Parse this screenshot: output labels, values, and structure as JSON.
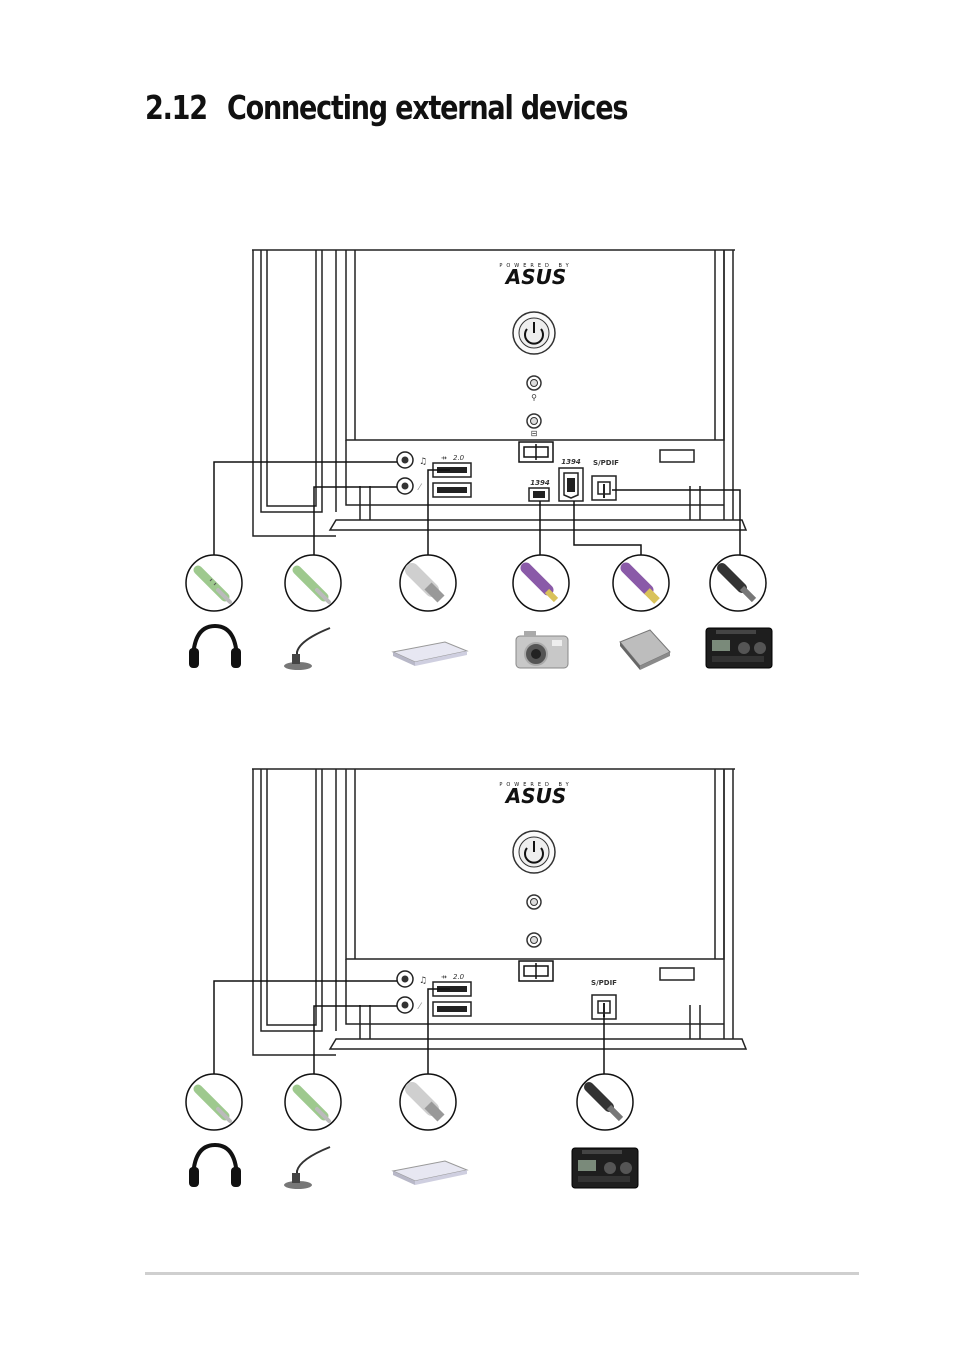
{
  "section": {
    "number": "2.12",
    "title": "Connecting external devices"
  },
  "panel": {
    "brand_top": "POWERED BY",
    "brand_logo": "ASUS",
    "usb_label": "2.0",
    "firewire_label": "1394",
    "spdif_label": "S/PDIF"
  },
  "figure_1": {
    "ports": [
      "headphone-jack",
      "microphone-jack",
      "usb-ports",
      "ieee1394-4pin",
      "ieee1394-6pin",
      "spdif-out"
    ],
    "devices": [
      "headphones",
      "microphone",
      "scanner",
      "digital-camera",
      "external-hard-drive",
      "audio-device"
    ]
  },
  "figure_2": {
    "ports": [
      "headphone-jack",
      "microphone-jack",
      "usb-ports",
      "spdif-out"
    ],
    "devices": [
      "headphones",
      "microphone",
      "scanner",
      "audio-device"
    ]
  }
}
